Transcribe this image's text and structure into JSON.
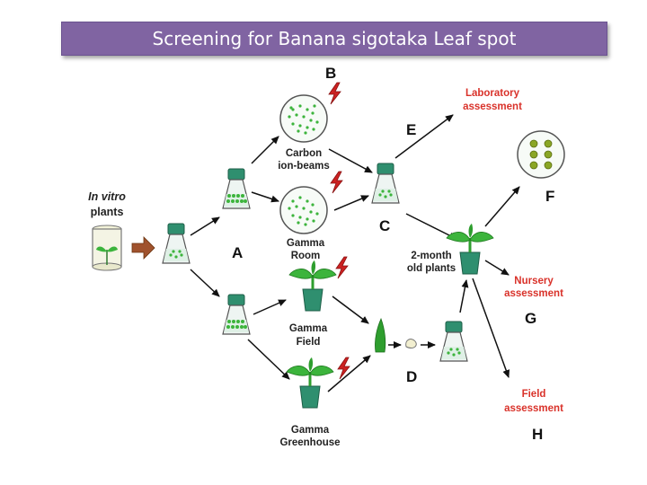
{
  "title": "Screening for Banana sigotaka Leaf spot",
  "labels": {
    "in_vitro_1": "In vitro",
    "in_vitro_2": "plants",
    "carbon_1": "Carbon",
    "carbon_2": "ion-beams",
    "gamma_room_1": "Gamma",
    "gamma_room_2": "Room",
    "gamma_field_1": "Gamma",
    "gamma_field_2": "Field",
    "gamma_greenhouse_1": "Gamma",
    "gamma_greenhouse_2": "Greenhouse",
    "two_month_1": "2-month",
    "two_month_2": "old plants",
    "lab_1": "Laboratory",
    "lab_2": "assessment",
    "nursery_1": "Nursery",
    "nursery_2": "assessment",
    "field_1": "Field",
    "field_2": "assessment"
  },
  "letters": {
    "a": "A",
    "b": "B",
    "c": "C",
    "d": "D",
    "e": "E",
    "f": "F",
    "g": "G",
    "h": "H"
  },
  "colors": {
    "title_bg": "#8064a2",
    "plant_green": "#2e9e2e",
    "pot": "#2f8f6f",
    "assessment_red": "#d9322a",
    "lightning": "#cc2222"
  }
}
